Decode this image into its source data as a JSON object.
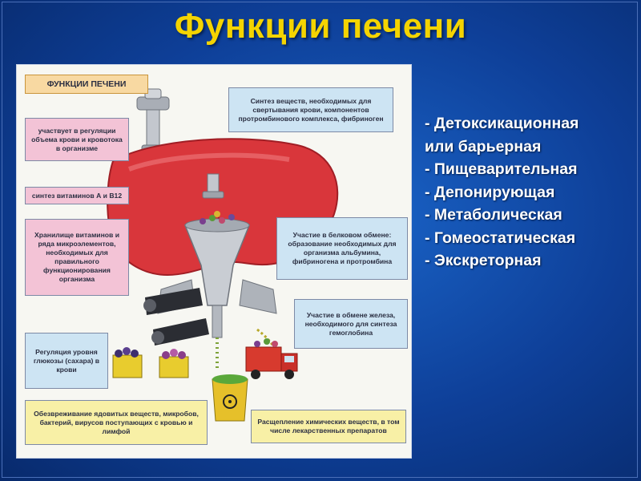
{
  "slide": {
    "title": "Функции печени"
  },
  "illustration": {
    "header": "ФУНКЦИИ ПЕЧЕНИ",
    "boxes": {
      "coagulation": "Синтез веществ, необходимых для свертывания крови, компонентов протромбинового комплекса, фибриноген",
      "blood_volume": "участвует в регуляции объема крови и кровотока в организме",
      "vitamins_ab12": "синтез витаминов А и В12",
      "storage": "Хранилище витаминов и ряда микроэлементов, необходимых для правильного функционирования организма",
      "protein": "Участие в белковом обмене: образование необходимых для организма альбумина, фибриногена и протромбина",
      "iron": "Участие в обмене железа, необходимого для синтеза гемоглобина",
      "glucose": "Регуляция уровня глюкозы (сахара) в крови",
      "detox": "Обезвреживание ядовитых веществ, микробов, бактерий, вирусов поступающих с кровью и лимфой",
      "chemicals": "Расщепление химических веществ, в том числе лекарственных препаратов"
    },
    "colors": {
      "liver": "#d9363b",
      "pink_box": "#f3c3d6",
      "blue_box": "#cde4f3",
      "yellow_box": "#f8f0a6",
      "metal": "#b9bec6"
    },
    "icons": [
      "faucet-icon",
      "liver-organ-icon",
      "grinder-funnel-icon",
      "berry-crate-icon",
      "waste-barrel-icon",
      "truck-icon",
      "conveyor-belt-icon"
    ]
  },
  "functions_list": [
    "- Детоксикационная",
    "или барьерная",
    "- Пищеварительная",
    "- Депонирующая",
    "- Метаболическая",
    "- Гомеостатическая",
    "- Экскреторная"
  ]
}
